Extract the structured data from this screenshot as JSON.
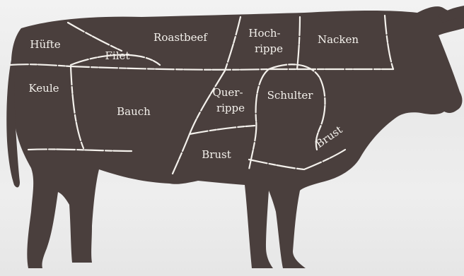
{
  "diagram": {
    "colors": {
      "background": "#ebebeb",
      "silhouette": "#4a3f3d",
      "lines": "#f4f1ec"
    },
    "cuts": [
      {
        "id": "huefte",
        "lines": [
          "Hüfte"
        ]
      },
      {
        "id": "filet",
        "lines": [
          "Filet"
        ]
      },
      {
        "id": "roastbeef",
        "lines": [
          "Roastbeef"
        ]
      },
      {
        "id": "hochrippe",
        "lines": [
          "Hoch-",
          "rippe"
        ]
      },
      {
        "id": "nacken",
        "lines": [
          "Nacken"
        ]
      },
      {
        "id": "keule",
        "lines": [
          "Keule"
        ]
      },
      {
        "id": "bauch",
        "lines": [
          "Bauch"
        ]
      },
      {
        "id": "querrippe",
        "lines": [
          "Quer-",
          "rippe"
        ]
      },
      {
        "id": "schulter",
        "lines": [
          "Schulter"
        ]
      },
      {
        "id": "brust-unten",
        "lines": [
          "Brust"
        ]
      },
      {
        "id": "brust-vorne",
        "lines": [
          "Brust"
        ]
      }
    ]
  }
}
